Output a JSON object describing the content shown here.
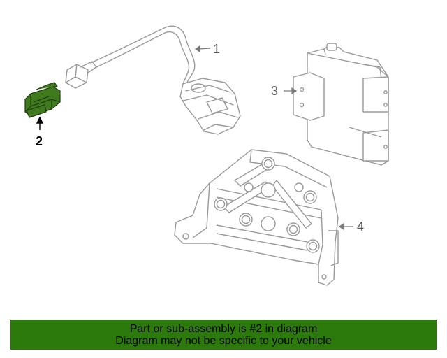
{
  "diagram": {
    "callouts": {
      "c1": "1",
      "c2": "2",
      "c3": "3",
      "c4": "4"
    },
    "highlight_color": "#3f7a1c",
    "line_color": "#9a9a9a"
  },
  "banner": {
    "line1": "Part or sub-assembly is #2 in diagram",
    "line2": "Diagram may not be specific to your vehicle",
    "background": "#2b7a0b"
  }
}
